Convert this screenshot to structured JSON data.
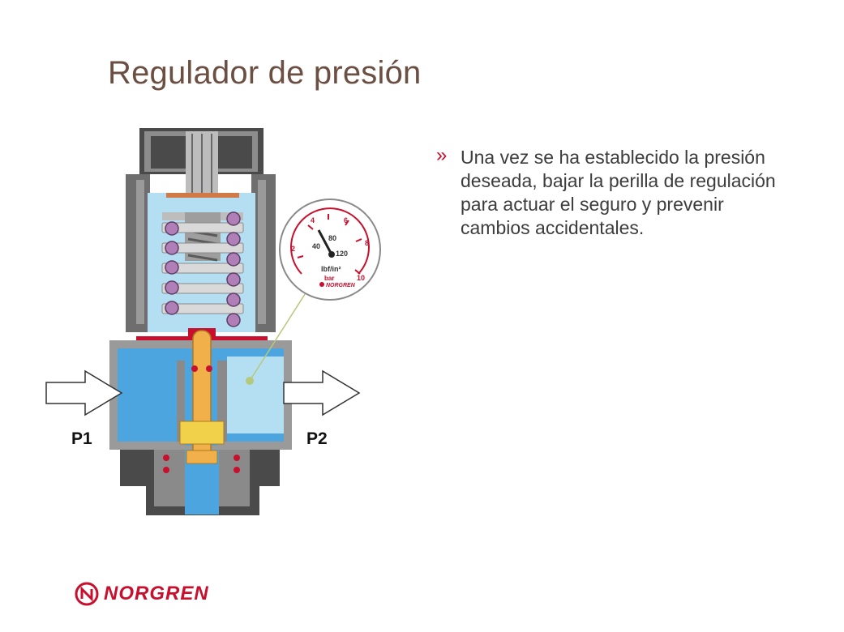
{
  "title": "Regulador de presión",
  "bullet": {
    "marker": "»",
    "text": "Una vez se ha establecido la presión deseada, bajar la perilla de regulación para actuar el seguro y  prevenir cambios accidentales."
  },
  "ports": {
    "inlet": "P1",
    "outlet": "P2"
  },
  "gauge": {
    "bar_labels": [
      "2",
      "4",
      "6",
      "8",
      "10"
    ],
    "psi_labels": [
      "40",
      "80",
      "120"
    ],
    "unit_psi": "lbf/in²",
    "unit_bar": "bar",
    "brand": "NORGREN"
  },
  "footer": {
    "brand": "NORGREN"
  },
  "colors": {
    "title": "#6b4f43",
    "accent": "#c8102e",
    "light_blue": "#b4dff2",
    "mid_blue": "#4ca5df",
    "body_gray": "#9a9a9a",
    "dark_gray": "#4a4a4a",
    "spring_purple": "#b07fb8",
    "brass": "#f2b04a"
  }
}
